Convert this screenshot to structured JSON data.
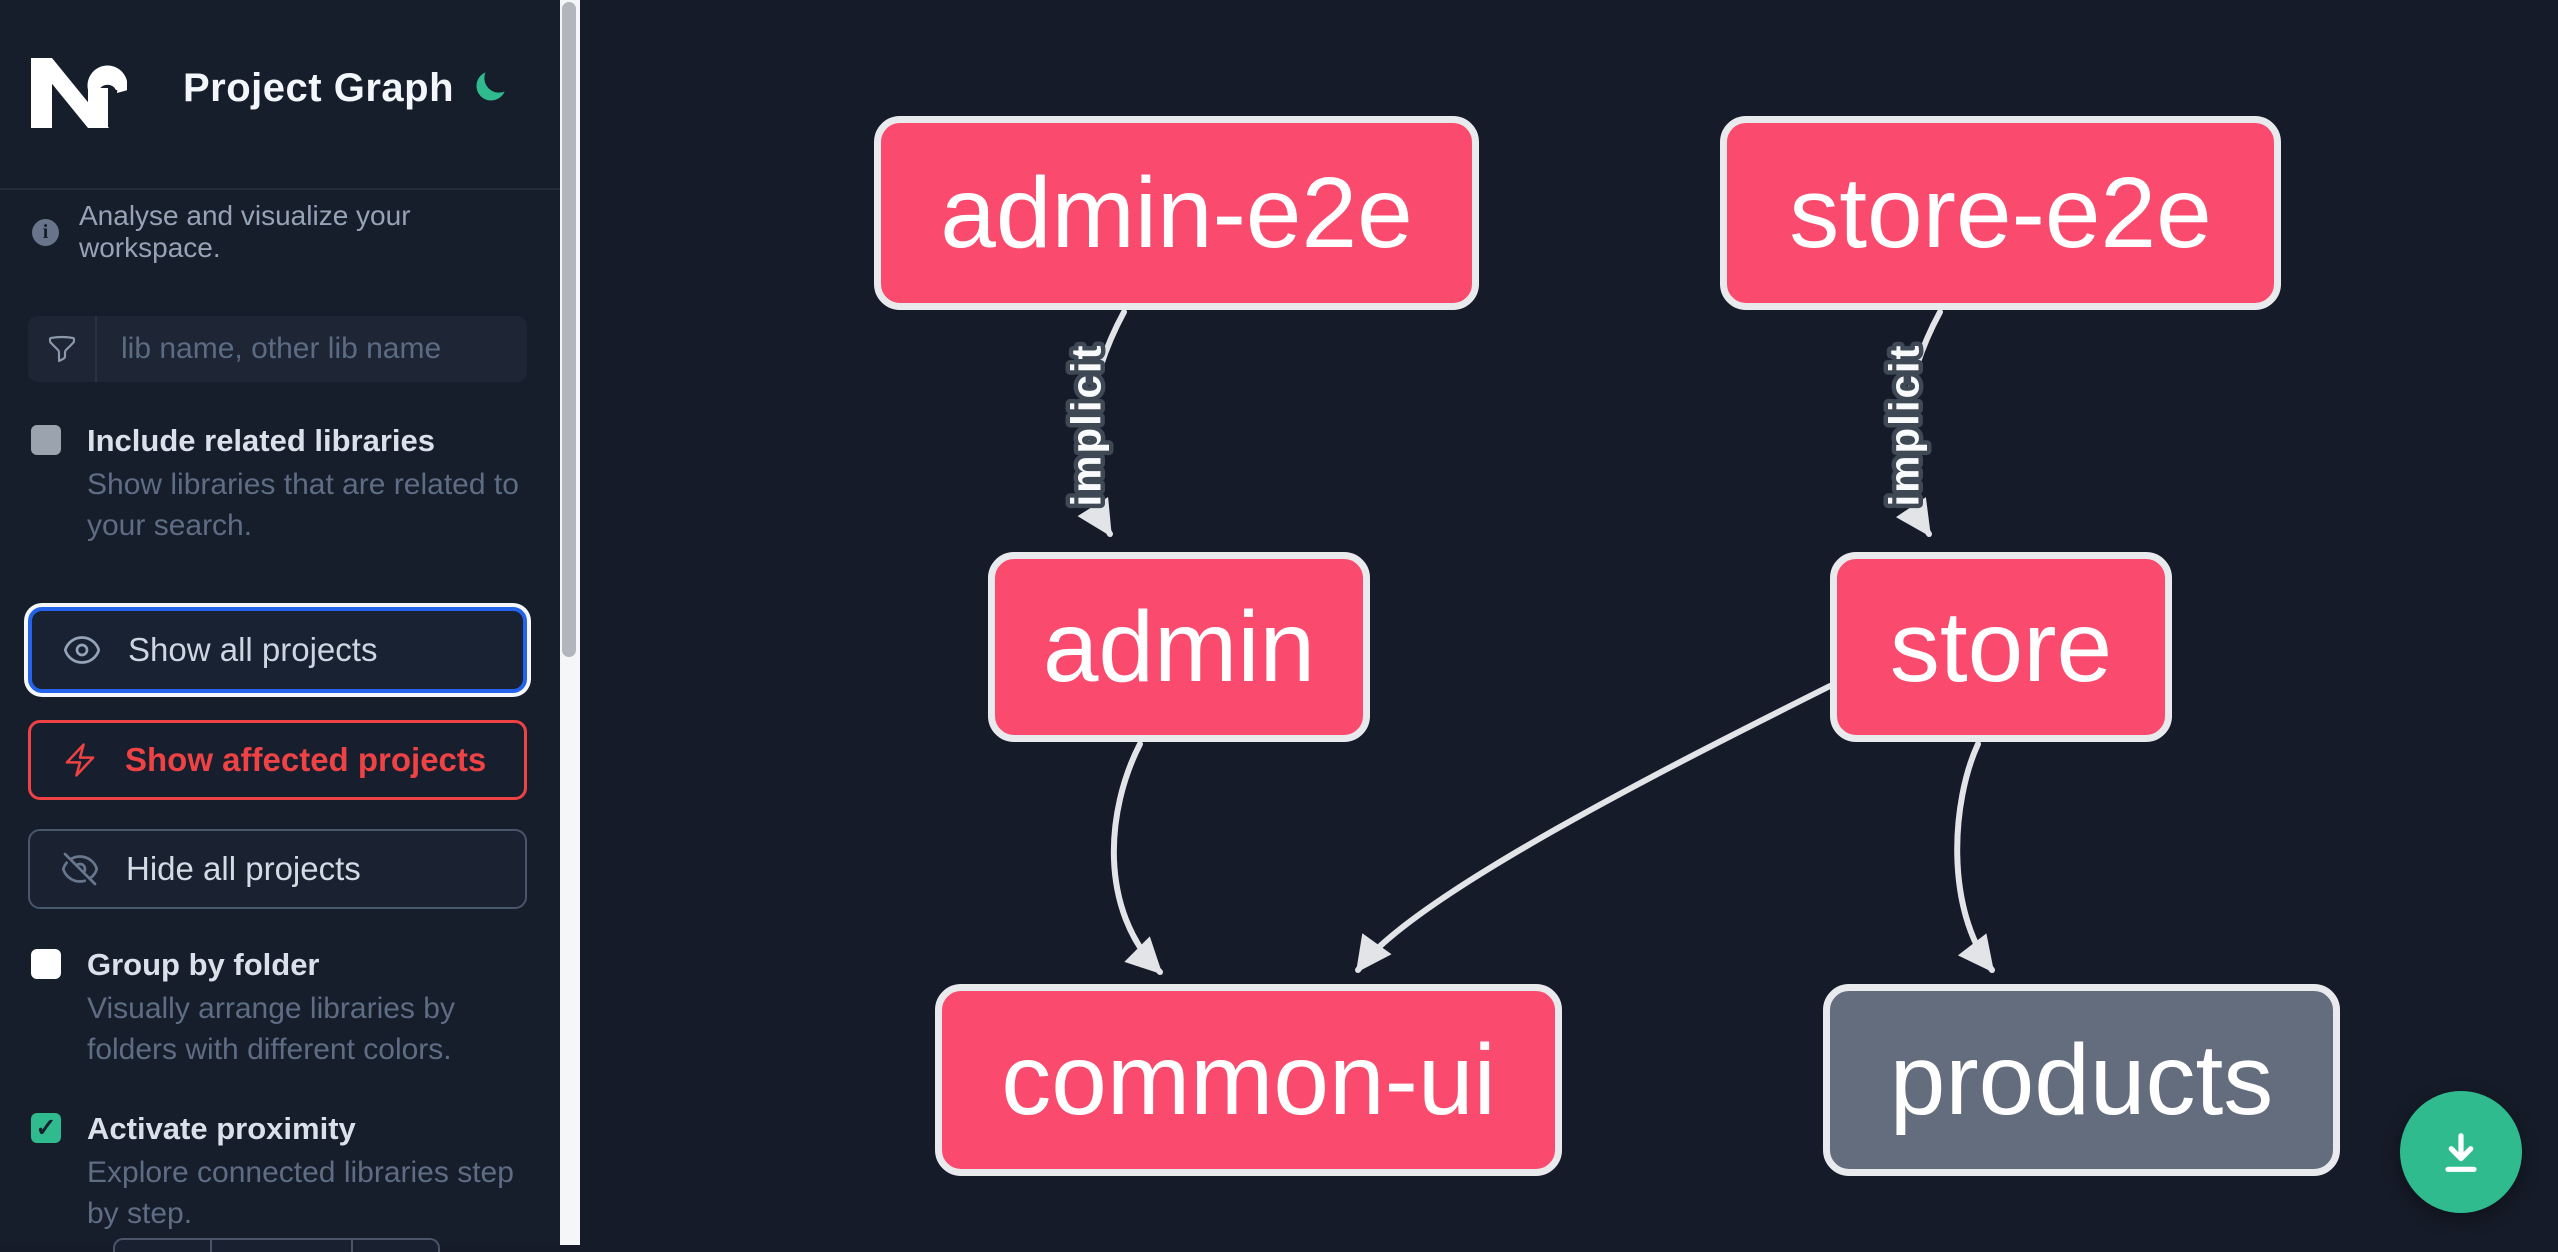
{
  "header": {
    "title": "Project Graph",
    "logo_icon": "nx-logo",
    "theme_toggle_icon": "moon-icon"
  },
  "sidebar": {
    "tagline": "Analyse and visualize your workspace.",
    "search": {
      "placeholder": "lib name, other lib name",
      "icon": "filter-funnel-icon",
      "value": ""
    },
    "toggles": [
      {
        "label": "Include related libraries",
        "description": "Show libraries that are related to\nyour search.",
        "checked": false,
        "checkbox_style": "gray"
      },
      {
        "label": "Group by folder",
        "description": "Visually arrange libraries by\nfolders with different colors.",
        "checked": false,
        "checkbox_style": "white"
      },
      {
        "label": "Activate proximity",
        "description": "Explore connected libraries step\nby step.",
        "checked": true,
        "checkbox_style": "green-checked"
      }
    ],
    "buttons": [
      {
        "label": "Show all projects",
        "icon": "eye-icon",
        "state": "focused",
        "border_color": "#2563eb"
      },
      {
        "label": "Show affected projects",
        "icon": "bolt-icon",
        "state": "default",
        "border_color": "#ee4245"
      },
      {
        "label": "Hide all projects",
        "icon": "eye-slash-icon",
        "state": "default",
        "border_color": "#49566b"
      }
    ]
  },
  "graph": {
    "nodes": [
      {
        "id": "admin-e2e",
        "label": "admin-e2e",
        "style": "pink"
      },
      {
        "id": "store-e2e",
        "label": "store-e2e",
        "style": "pink"
      },
      {
        "id": "admin",
        "label": "admin",
        "style": "pink"
      },
      {
        "id": "store",
        "label": "store",
        "style": "pink"
      },
      {
        "id": "common-ui",
        "label": "common-ui",
        "style": "pink"
      },
      {
        "id": "products",
        "label": "products",
        "style": "gray"
      }
    ],
    "edges": [
      {
        "from": "admin-e2e",
        "to": "admin",
        "label": "implicit"
      },
      {
        "from": "store-e2e",
        "to": "store",
        "label": "implicit"
      },
      {
        "from": "admin",
        "to": "common-ui",
        "label": ""
      },
      {
        "from": "store",
        "to": "common-ui",
        "label": ""
      },
      {
        "from": "store",
        "to": "products",
        "label": ""
      }
    ]
  },
  "fab": {
    "icon": "download-icon"
  },
  "colors": {
    "sidebar_bg": "#161d2b",
    "canvas_bg": "#151b28",
    "node_pink": "#fa4b6e",
    "node_gray": "#646d7d",
    "node_border": "#e8eaee",
    "edge": "#e2e4e8",
    "accent_blue": "#2563eb",
    "affected_red": "#ee4245",
    "brand_green": "#2fbb8e",
    "muted_text": "#5e6c84"
  }
}
